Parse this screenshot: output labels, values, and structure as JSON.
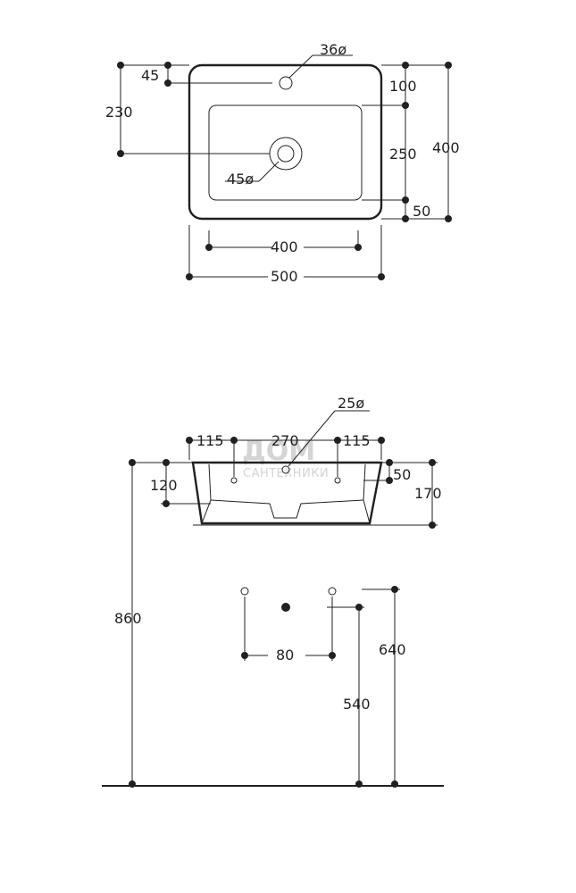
{
  "top_view": {
    "dim_45": "45",
    "dim_230": "230",
    "dim_36": "36ø",
    "dim_45o": "45ø",
    "dim_100": "100",
    "dim_250": "250",
    "dim_400_right": "400",
    "dim_50": "50",
    "dim_400_bottom": "400",
    "dim_500": "500"
  },
  "side_view": {
    "dim_25": "25ø",
    "dim_115_left": "115",
    "dim_270": "270",
    "dim_115_right": "115",
    "dim_50": "50",
    "dim_120": "120",
    "dim_170": "170",
    "dim_860": "860",
    "dim_80": "80",
    "dim_640": "640",
    "dim_540": "540"
  },
  "watermark": {
    "logo_text": "ДОМ",
    "subtitle": "САНТЕХНИКИ"
  }
}
